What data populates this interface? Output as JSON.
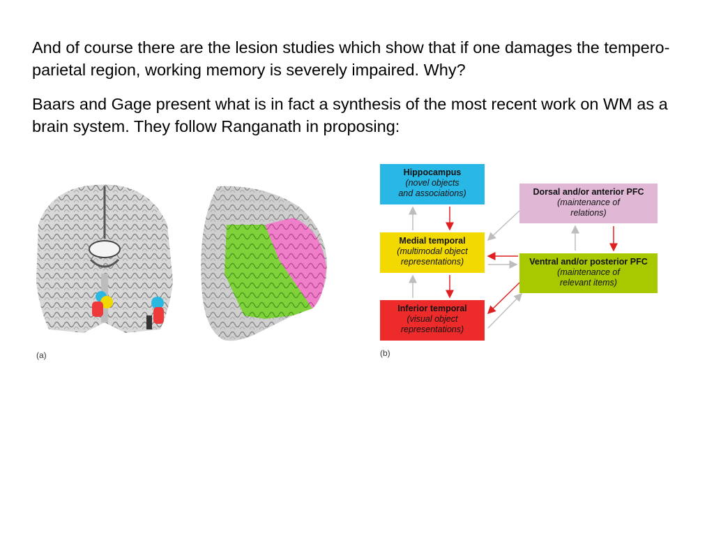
{
  "paragraphs": {
    "p1": "And of course there are the lesion studies which show that if one damages the tempero-parietal region, working memory is severely impaired.  Why?",
    "p2": "Baars and Gage present what is in fact a synthesis of the most recent work on WM as a brain system.  They follow Ranganath in proposing:"
  },
  "figure": {
    "label_a": "(a)",
    "label_b": "(b)",
    "boxes": {
      "hippocampus": {
        "title": "Hippocampus",
        "sub1": "(novel objects",
        "sub2": "and associations)",
        "color": "#29b8e6"
      },
      "medial": {
        "title": "Medial temporal",
        "sub1": "(multimodal object",
        "sub2": "representations)",
        "color": "#f2d900"
      },
      "inferior": {
        "title": "Inferior temporal",
        "sub1": "(visual object",
        "sub2": "representations)",
        "color": "#ee2b2b"
      },
      "dorsal": {
        "title": "Dorsal and/or anterior PFC",
        "sub1": "(maintenance of",
        "sub2": "relations)",
        "color": "#e0b8d6"
      },
      "ventral": {
        "title": "Ventral and/or posterior PFC",
        "sub1": "(maintenance of",
        "sub2": "relevant items)",
        "color": "#a8c800"
      }
    },
    "arrow_colors": {
      "red": "#e02020",
      "gray": "#bdbdbd"
    }
  }
}
